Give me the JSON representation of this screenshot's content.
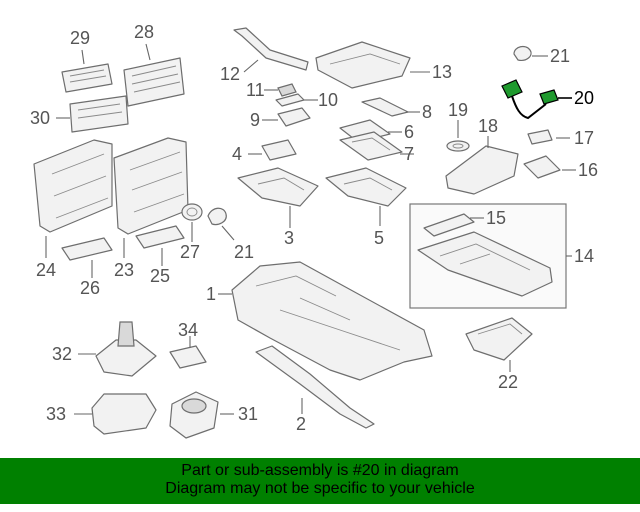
{
  "callouts": {
    "c1": "1",
    "c2": "2",
    "c3": "3",
    "c4": "4",
    "c5": "5",
    "c6": "6",
    "c7": "7",
    "c8": "8",
    "c9": "9",
    "c10": "10",
    "c11": "11",
    "c12": "12",
    "c13": "13",
    "c14": "14",
    "c15": "15",
    "c16": "16",
    "c17": "17",
    "c18": "18",
    "c19": "19",
    "c20": "20",
    "c21a": "21",
    "c21b": "21",
    "c22": "22",
    "c23": "23",
    "c24": "24",
    "c25": "25",
    "c26": "26",
    "c27": "27",
    "c28": "28",
    "c29": "29",
    "c30": "30",
    "c31": "31",
    "c32": "32",
    "c33": "33",
    "c34": "34"
  },
  "highlighted_part": "20",
  "colors": {
    "highlight": "#1f9a2e",
    "footer_bg": "#008000",
    "line": "#6e6e6e"
  },
  "footer": {
    "line1": "Part or sub-assembly is #20 in diagram",
    "line2": "Diagram may not be specific to your vehicle"
  }
}
